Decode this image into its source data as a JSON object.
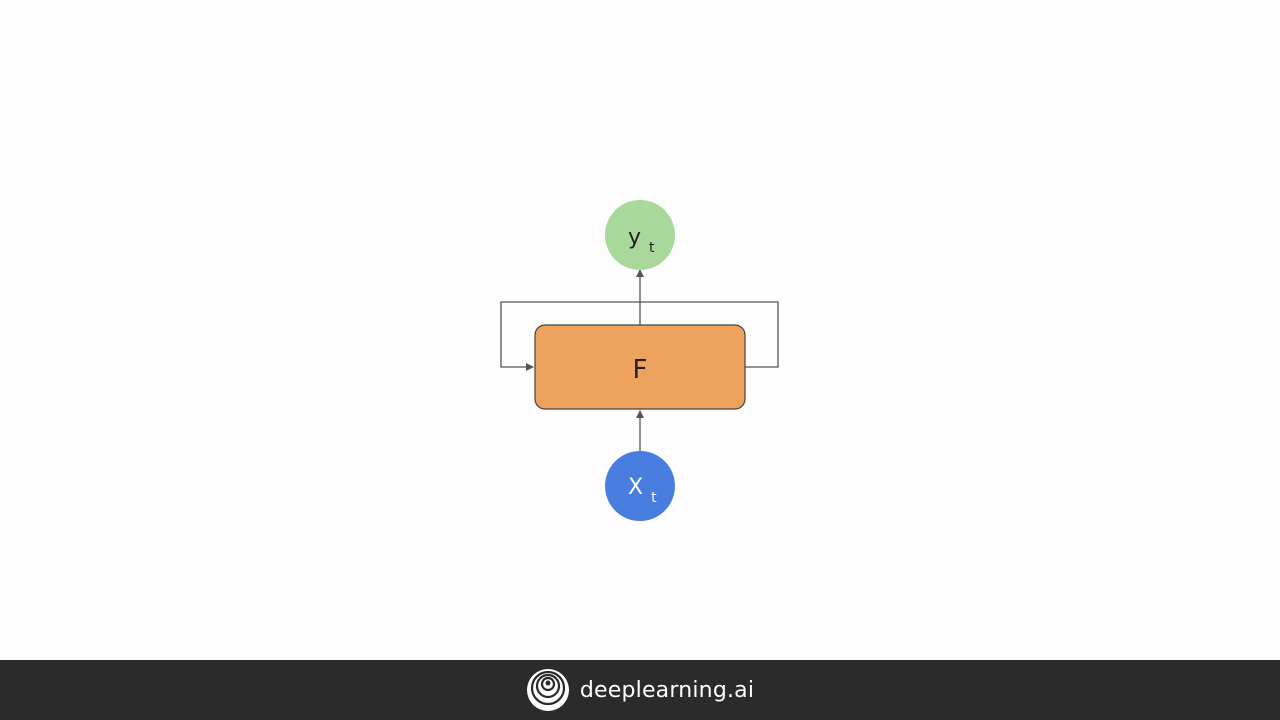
{
  "diagram": {
    "output_node": {
      "base": "y",
      "sub": "t",
      "color": "#a8d89a"
    },
    "function_node": {
      "label": "F",
      "color": "#eda35e"
    },
    "input_node": {
      "base": "X",
      "sub": "t",
      "color": "#4a7de0"
    },
    "edge_color": "#555555"
  },
  "footer": {
    "brand_name": "deeplearning.ai",
    "background": "#2b2b2b"
  }
}
